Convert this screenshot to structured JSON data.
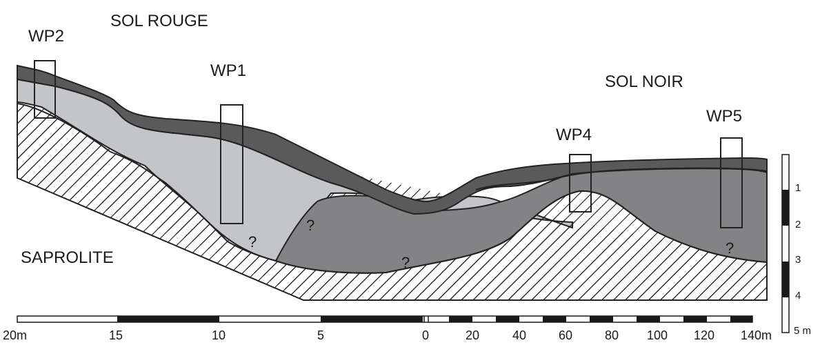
{
  "labels": {
    "sol_rouge": "SOL ROUGE",
    "sol_noir": "SOL NOIR",
    "saprolite": "SAPROLITE"
  },
  "wells": {
    "wp1": "WP1",
    "wp2": "WP2",
    "wp4": "WP4",
    "wp5": "WP5"
  },
  "uncertain_mark": "?",
  "horizontal_scale": {
    "left_ticks": [
      "20m",
      "15",
      "10",
      "5",
      "0"
    ],
    "right_ticks": [
      "20",
      "40",
      "60",
      "80",
      "100",
      "120",
      "140m"
    ]
  },
  "vertical_scale": {
    "ticks": [
      "1",
      "2",
      "3",
      "4",
      "5 m"
    ]
  },
  "colors": {
    "topsoil": "#5a5a5a",
    "light_layer": "#c4c5c9",
    "sol_noir_layer": "#838385",
    "hatch": "#1a1a1a",
    "outline": "#222222"
  }
}
